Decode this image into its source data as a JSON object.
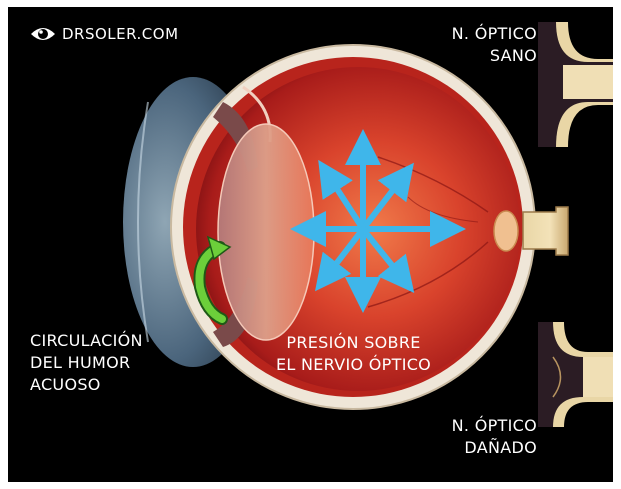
{
  "brand": {
    "logo_text": "DRSOLER.COM",
    "icon": "eye-logo-icon"
  },
  "labels": {
    "healthy_nerve": [
      "N. ÓPTICO",
      "SANO"
    ],
    "damaged_nerve": [
      "N. ÓPTICO",
      "DAÑADO"
    ],
    "humor_flow": [
      "CIRCULACIÓN",
      "DEL HUMOR",
      "ACUOSO"
    ],
    "pressure": [
      "PRESIÓN SOBRE",
      "EL NERVIO ÓPTICO"
    ]
  },
  "colors": {
    "background": "#000000",
    "arrow_blue": "#3fb6ea",
    "flow_arrow_green": "#6ccf3a",
    "retina_red": "#c8281e",
    "sclera": "#efe6d8",
    "nerve_tissue": "#e8cf9a",
    "nerve_dark": "#3a2430"
  }
}
